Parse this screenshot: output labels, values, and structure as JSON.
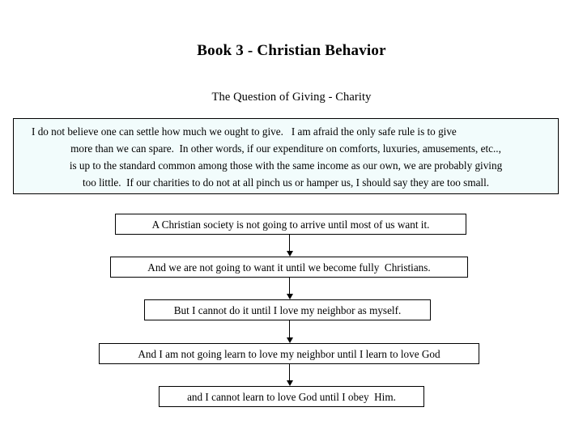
{
  "slide": {
    "title": "Book 3 - Christian Behavior",
    "subtitle": "The Question of Giving - Charity",
    "background_color": "#ffffff",
    "text_color": "#000000"
  },
  "quote": {
    "background_color": "#f2fcfc",
    "border_color": "#000000",
    "lines": [
      "I do not believe one can settle how much we ought to give.   I am afraid the only safe rule is to give",
      "more than we can spare.  In other words, if our expenditure on comforts, luxuries, amusements, etc..,",
      "is up to the standard common among those with the same income as our own, we are probably giving",
      "too little.  If our charities to do not at all pinch us or hamper us, I should say they are too small."
    ]
  },
  "flowchart": {
    "arrow_color": "#000000",
    "nodes": [
      {
        "id": "node-1",
        "text": "A Christian society is not going to arrive until most of us want it."
      },
      {
        "id": "node-2",
        "text": "And we are not going to want it until we become fully  Christians."
      },
      {
        "id": "node-3",
        "text": "But I cannot do it until I love my neighbor as myself."
      },
      {
        "id": "node-4",
        "text": "And I am not going learn to love my neighbor until I learn to love God"
      },
      {
        "id": "node-5",
        "text": "and I cannot learn to love God until I obey  Him."
      }
    ],
    "connectors": [
      {
        "id": "arrow-1",
        "from": "node-1",
        "to": "node-2"
      },
      {
        "id": "arrow-2",
        "from": "node-2",
        "to": "node-3"
      },
      {
        "id": "arrow-3",
        "from": "node-3",
        "to": "node-4"
      },
      {
        "id": "arrow-4",
        "from": "node-4",
        "to": "node-5"
      }
    ]
  }
}
